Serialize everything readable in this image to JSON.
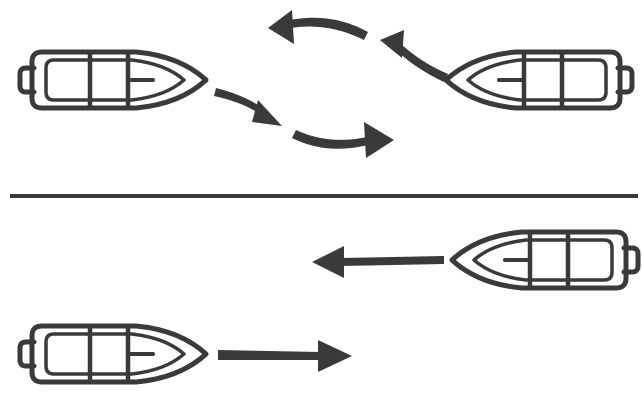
{
  "diagram": {
    "ink_color": "#3a3a3a",
    "background_color": "#ffffff",
    "icon": "boat-icon",
    "panels": [
      {
        "id": "crossing-paths",
        "boats": [
          {
            "icon": "boat-icon",
            "facing": "right"
          },
          {
            "icon": "boat-icon",
            "facing": "left"
          }
        ],
        "arrows": [
          {
            "icon": "curved-arrow-icon",
            "direction": "right"
          },
          {
            "icon": "curved-arrow-icon",
            "direction": "left"
          }
        ]
      },
      {
        "id": "head-on-passing",
        "boats": [
          {
            "icon": "boat-icon",
            "facing": "left"
          },
          {
            "icon": "boat-icon",
            "facing": "right"
          }
        ],
        "arrows": [
          {
            "icon": "straight-arrow-icon",
            "direction": "left"
          },
          {
            "icon": "straight-arrow-icon",
            "direction": "right"
          }
        ]
      }
    ]
  }
}
